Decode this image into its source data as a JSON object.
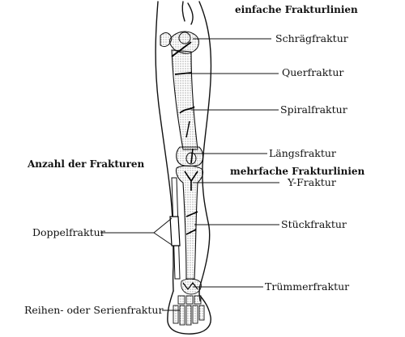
{
  "headings": {
    "simple": "einfache Frakturlinien",
    "multiple": "mehrfache Frakturlinien",
    "count": "Anzahl der Frakturen"
  },
  "right_labels": [
    "Schrägfraktur",
    "Querfraktur",
    "Spiralfraktur",
    "Längsfraktur",
    "Y-Fraktur",
    "Stückfraktur",
    "Trümmerfraktur"
  ],
  "left_labels": [
    "Doppelfraktur",
    "Reihen- oder Serienfraktur"
  ]
}
